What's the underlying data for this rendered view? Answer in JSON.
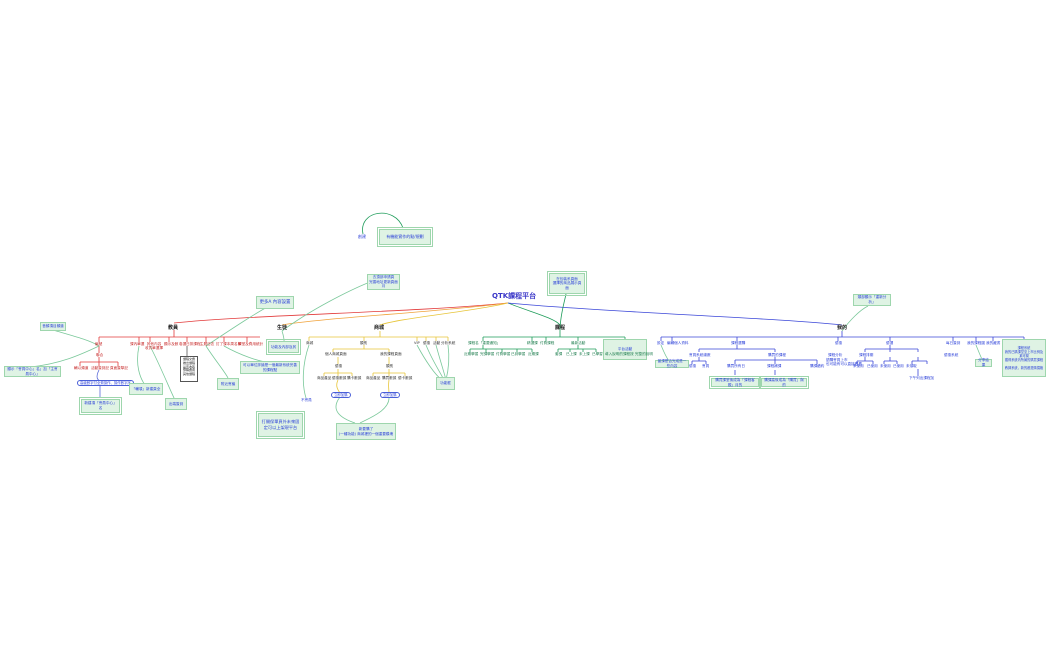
{
  "root": "QTK課程平台",
  "branches": {
    "staff": "教員",
    "student": "生徒",
    "product": "商城",
    "course": "課程",
    "mine": "我的"
  },
  "floating": {
    "label_create": "創建",
    "note_create": "有機能實作的點/規劃",
    "note_staff_top": "更多A 內容設置",
    "note_student_top": "去頂部申請頁\n完善地址更新頁面月",
    "note_course_top": "在包裝系頁面\n選擇的商品展示頁面",
    "note_mine_top": "頭部顯示「重新分析」"
  },
  "staff": {
    "items": [
      "編號",
      "其他內容\n收貨單選擇",
      "課內單選",
      "顯示及數",
      "卷選日排課程",
      "主題日志",
      "訂了課本周名單",
      "課堂及費用統計"
    ],
    "subitem": "聯合",
    "red_items": [
      "輔以頻道",
      "活動簽到記",
      "頁面簽擊記"
    ],
    "pill": "高級數字付全費操作、操作數字序",
    "notes": [
      "音頻項目頻道",
      "顯示「會員中心」名」加「主會員中心」",
      "新建項「會員中心」名",
      "「輔項」新建頁全",
      "出端簽到",
      "附近會議",
      "可以單位評論是一個最新系統完善的課程點"
    ],
    "box": "課程交費\n推出課程\n是否收取\n預購費用\n其他課程"
  },
  "student": {
    "note": "功能及內部及其"
  },
  "product": {
    "items": [
      "商城",
      "類別",
      "VIP",
      "優惠",
      "活動",
      "分析系統"
    ],
    "level2": [
      "個人商城頁面",
      "我的課程頁面"
    ],
    "level3": [
      "優惠",
      "類別"
    ],
    "level4": [
      "商品產品",
      "優惠數據",
      "購卡數據",
      "商品產品",
      "購買數據",
      "優卡數據"
    ],
    "pills": [
      "立即加購",
      "立即加購"
    ],
    "note_left": "打開保單頁外未來固定可以上架現平台",
    "note_right": "新要購了\n(一種功能) 商城裡的一個重要模塊",
    "note_side": "功能框",
    "label_side": "不會員"
  },
  "course": {
    "items": [
      "課程名「重要通知」",
      "精選課",
      "付費課程",
      "最新活動",
      "平台活動"
    ],
    "level2": [
      "近期學習",
      "完課學習",
      "付費學習",
      "已到學習",
      "近期課"
    ],
    "level2b": [
      "套課",
      "已上課",
      "未上課",
      "已學習"
    ],
    "note": "導入說明的課程按\n完整的說明"
  },
  "mine": {
    "items": [
      "設定",
      "編輯個人資料",
      "課程選購",
      "優惠",
      "優選",
      "每日簽到",
      "我的課程圖",
      "我的藏書",
      "課程排期"
    ],
    "level2": [
      "會員系統總數",
      "購買的課程",
      "課程分析",
      "優惠系統"
    ],
    "level3": [
      "優惠",
      "會員",
      "購買所有日",
      "課程補課",
      "購課續約"
    ],
    "level4": [
      "未使用",
      "已使用",
      "未使用",
      "已使用",
      "未領取",
      "下午列出課程加"
    ],
    "notes": [
      "當課是否完成是一些內容",
      "購買課堂後成為「課程客觀」月的",
      "購課高後成為「購買」與的",
      "分享結果",
      "課程系統\n我的已購課堂至上市比例及某可關\n獲得系統內所屬的購買課程\n\n教師系統，新的都是購價格"
    ],
    "detail": "讀購會員上市\n也可能有可以直接觀看"
  }
}
